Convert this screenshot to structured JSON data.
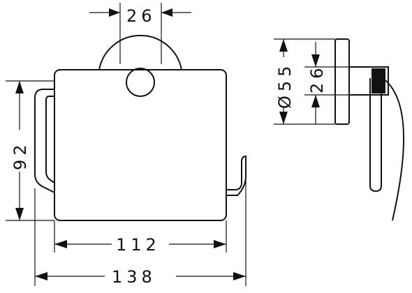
{
  "dimensions": {
    "top_width": "26",
    "height": "92",
    "inner_width": "112",
    "overall_width": "138",
    "side_diameter": "Ø55",
    "side_height": "26"
  }
}
